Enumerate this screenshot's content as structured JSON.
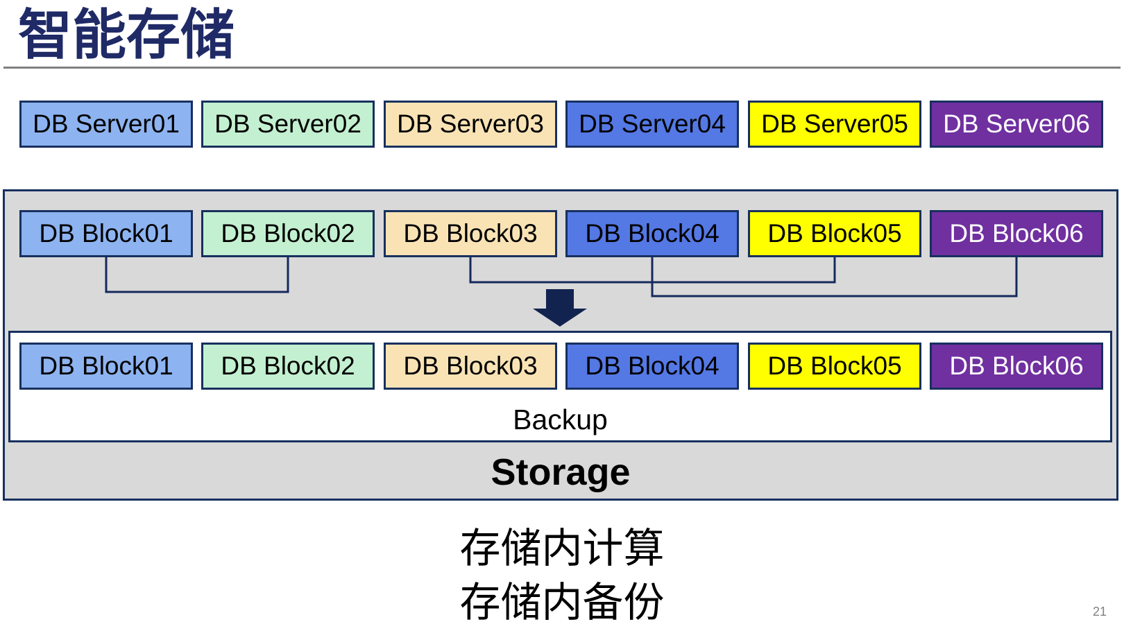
{
  "slide": {
    "title": "智能存储",
    "page_number": "21",
    "caption": {
      "line1": "存储内计算",
      "line2": "存储内备份"
    }
  },
  "colors": {
    "title": "#1F2A66",
    "divider": "#7F7F7F",
    "box_border": "#17305E",
    "container_border": "#17305E",
    "connector": "#15295E",
    "arrow": "#122350",
    "container_fill": "#D9D9D9",
    "backup_fill": "#FFFFFF",
    "page_number": "#808080"
  },
  "servers": [
    {
      "label": "DB Server01",
      "bg": "#8DB3F0",
      "fg": "#000000"
    },
    {
      "label": "DB Server02",
      "bg": "#C3F0D0",
      "fg": "#000000"
    },
    {
      "label": "DB Server03",
      "bg": "#F9E3B5",
      "fg": "#000000"
    },
    {
      "label": "DB Server04",
      "bg": "#5478E4",
      "fg": "#000000"
    },
    {
      "label": "DB Server05",
      "bg": "#FFFF00",
      "fg": "#000000"
    },
    {
      "label": "DB Server06",
      "bg": "#7030A0",
      "fg": "#FFFFFF"
    }
  ],
  "storage": {
    "label": "Storage",
    "backup_label": "Backup",
    "blocks_top": [
      {
        "label": "DB Block01",
        "bg": "#8DB3F0",
        "fg": "#000000"
      },
      {
        "label": "DB Block02",
        "bg": "#C3F0D0",
        "fg": "#000000"
      },
      {
        "label": "DB Block03",
        "bg": "#F9E3B5",
        "fg": "#000000"
      },
      {
        "label": "DB Block04",
        "bg": "#5478E4",
        "fg": "#000000"
      },
      {
        "label": "DB Block05",
        "bg": "#FFFF00",
        "fg": "#000000"
      },
      {
        "label": "DB Block06",
        "bg": "#7030A0",
        "fg": "#FFFFFF"
      }
    ],
    "blocks_bottom": [
      {
        "label": "DB Block01",
        "bg": "#8DB3F0",
        "fg": "#000000"
      },
      {
        "label": "DB Block02",
        "bg": "#C3F0D0",
        "fg": "#000000"
      },
      {
        "label": "DB Block03",
        "bg": "#F9E3B5",
        "fg": "#000000"
      },
      {
        "label": "DB Block04",
        "bg": "#5478E4",
        "fg": "#000000"
      },
      {
        "label": "DB Block05",
        "bg": "#FFFF00",
        "fg": "#000000"
      },
      {
        "label": "DB Block06",
        "bg": "#7030A0",
        "fg": "#FFFFFF"
      }
    ]
  }
}
